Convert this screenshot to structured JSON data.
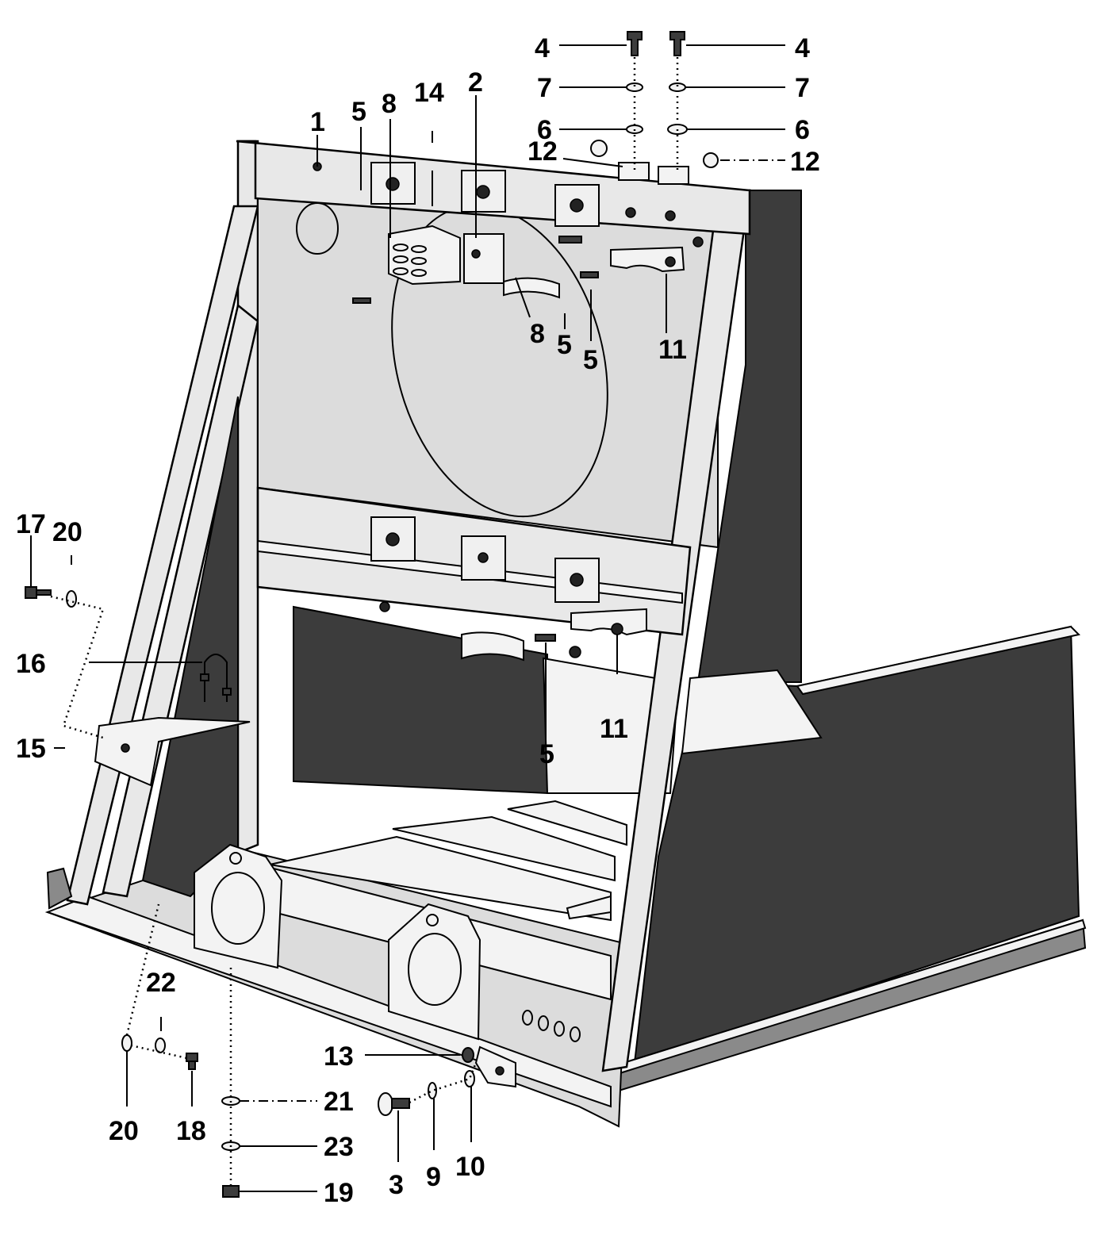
{
  "figure": {
    "callouts": [
      {
        "id": "c-4-left",
        "text": "4"
      },
      {
        "id": "c-4-right",
        "text": "4"
      },
      {
        "id": "c-7-left",
        "text": "7"
      },
      {
        "id": "c-7-right",
        "text": "7"
      },
      {
        "id": "c-6-left",
        "text": "6"
      },
      {
        "id": "c-6-right",
        "text": "6"
      },
      {
        "id": "c-12-left",
        "text": "12"
      },
      {
        "id": "c-12-right",
        "text": "12"
      },
      {
        "id": "c-1",
        "text": "1"
      },
      {
        "id": "c-5-top",
        "text": "5"
      },
      {
        "id": "c-8-top",
        "text": "8"
      },
      {
        "id": "c-14",
        "text": "14"
      },
      {
        "id": "c-2",
        "text": "2"
      },
      {
        "id": "c-8-mid",
        "text": "8"
      },
      {
        "id": "c-5-mid-a",
        "text": "5"
      },
      {
        "id": "c-5-mid-b",
        "text": "5"
      },
      {
        "id": "c-11-top",
        "text": "11"
      },
      {
        "id": "c-17",
        "text": "17"
      },
      {
        "id": "c-20-top",
        "text": "20"
      },
      {
        "id": "c-16",
        "text": "16"
      },
      {
        "id": "c-15",
        "text": "15"
      },
      {
        "id": "c-11-low",
        "text": "11"
      },
      {
        "id": "c-5-low",
        "text": "5"
      },
      {
        "id": "c-22",
        "text": "22"
      },
      {
        "id": "c-13",
        "text": "13"
      },
      {
        "id": "c-21",
        "text": "21"
      },
      {
        "id": "c-20-bottom",
        "text": "20"
      },
      {
        "id": "c-18",
        "text": "18"
      },
      {
        "id": "c-23",
        "text": "23"
      },
      {
        "id": "c-3",
        "text": "3"
      },
      {
        "id": "c-9",
        "text": "9"
      },
      {
        "id": "c-10",
        "text": "10"
      },
      {
        "id": "c-19",
        "text": "19"
      }
    ]
  }
}
